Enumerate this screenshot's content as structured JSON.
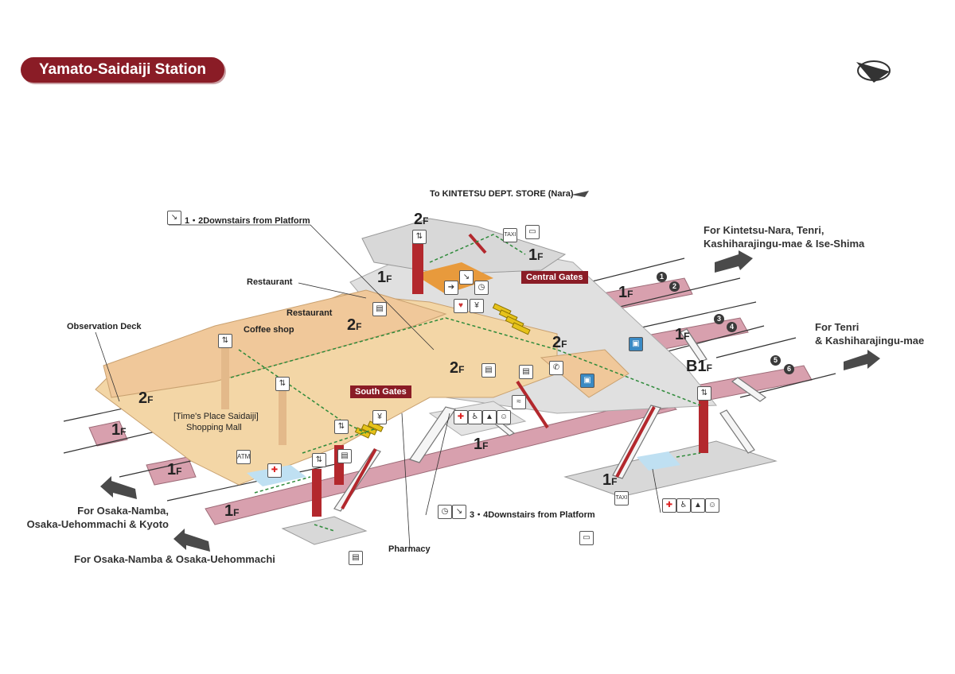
{
  "title": "Yamato-Saidaiji Station",
  "top_note": "To KINTETSU DEPT. STORE (Nara)",
  "downstairs_12": "1・2Downstairs from Platform",
  "downstairs_34": "3・4Downstairs from Platform",
  "places": {
    "restaurant1": "Restaurant",
    "restaurant2": "Restaurant",
    "coffee": "Coffee shop",
    "observation": "Observation Deck",
    "mall_line1": "[Time's Place Saidaiji]",
    "mall_line2": "Shopping Mall",
    "pharmacy": "Pharmacy"
  },
  "gates": {
    "central": "Central Gates",
    "south": "South Gates"
  },
  "floors": {
    "f2_top": "2",
    "f1_top": "1",
    "f1_left_top": "1",
    "f2_main": "2",
    "f2_center": "2",
    "f2_right": "2",
    "f2_left": "2",
    "f1_left": "1",
    "f1_left2": "1",
    "f1_bottom": "1",
    "f1_mid": "1",
    "f1_right_low": "1",
    "f1_right1": "1",
    "f1_right2": "1",
    "b1": "B1",
    "suffix": "F"
  },
  "platform_numbers": [
    "1",
    "2",
    "3",
    "4",
    "5",
    "6"
  ],
  "directions": {
    "upper_right_line1": "For Kintetsu-Nara, Tenri,",
    "upper_right_line2": "Kashiharajingu-mae & Ise-Shima",
    "right_line1": "For Tenri",
    "right_line2": "& Kashiharajingu-mae",
    "left_line1": "For Osaka-Namba,",
    "left_line2": "Osaka-Uehommachi & Kyoto",
    "bottom_left": "For Osaka-Namba & Osaka-Uehommachi"
  },
  "icons": {
    "atm": "ATM",
    "taxi": "TAXI",
    "yen": "¥"
  },
  "colors": {
    "title_bg": "#8a1c26",
    "platform": "#d9a3b0",
    "floor2": "#f4d7a8",
    "floor1": "#d9d9d9",
    "pillar": "#b3282d",
    "gate": "#e6c21a"
  }
}
